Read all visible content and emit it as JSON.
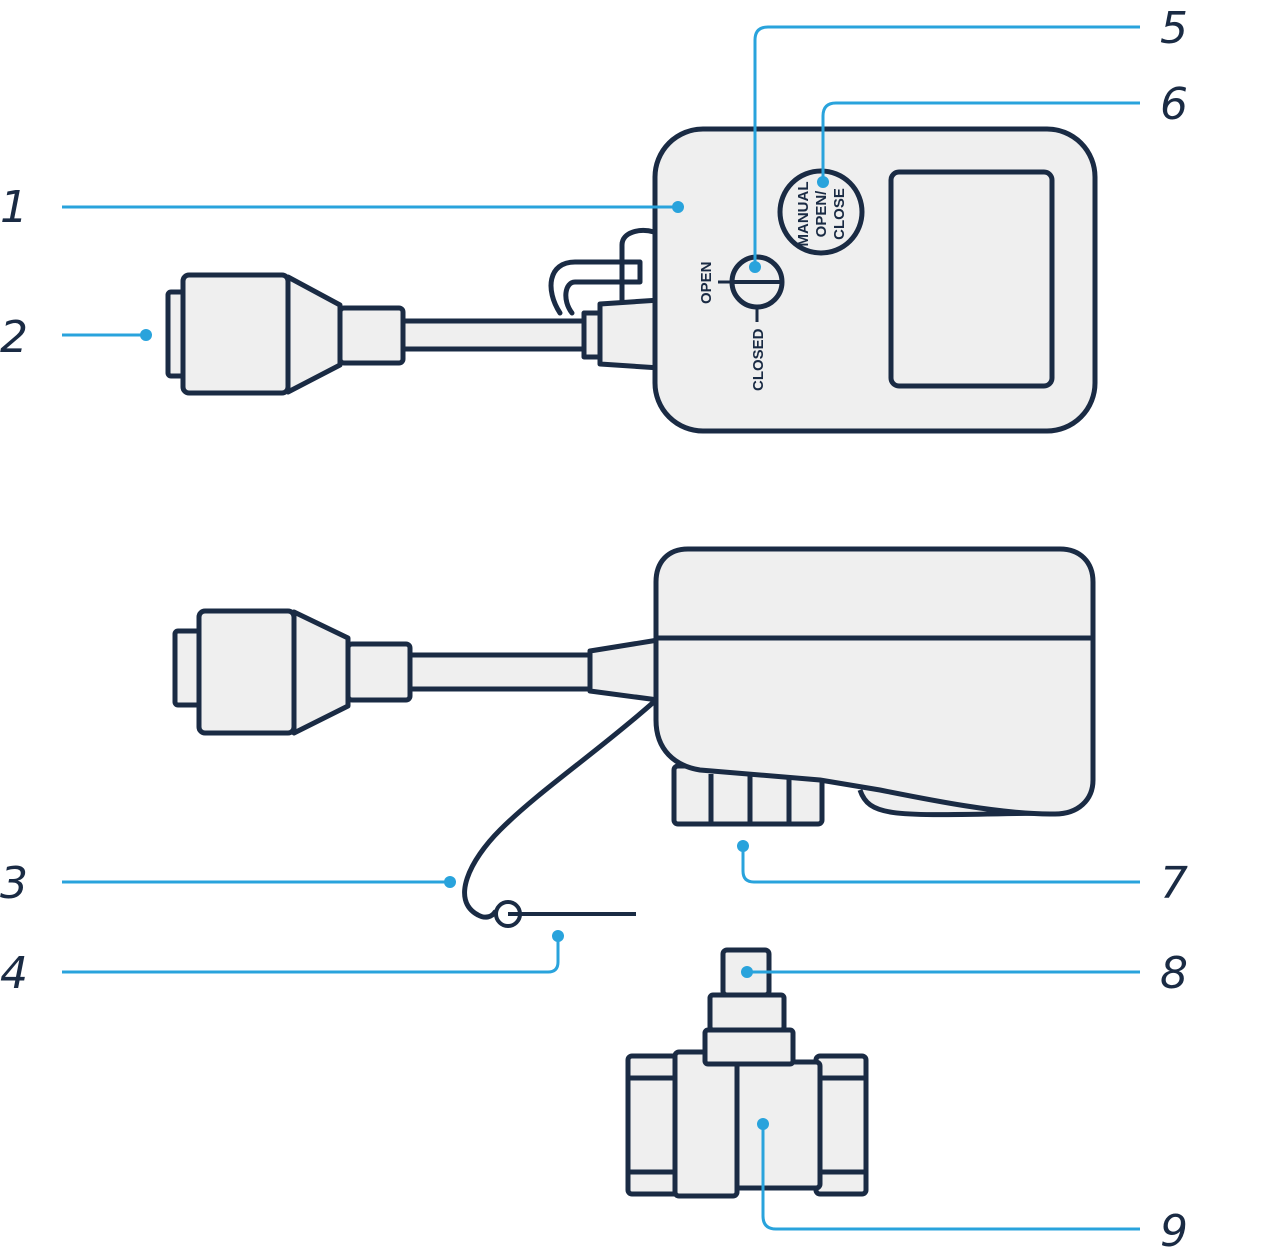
{
  "callouts": [
    {
      "id": "1",
      "label": "1"
    },
    {
      "id": "2",
      "label": "2"
    },
    {
      "id": "3",
      "label": "3"
    },
    {
      "id": "4",
      "label": "4"
    },
    {
      "id": "5",
      "label": "5"
    },
    {
      "id": "6",
      "label": "6"
    },
    {
      "id": "7",
      "label": "7"
    },
    {
      "id": "8",
      "label": "8"
    },
    {
      "id": "9",
      "label": "9"
    }
  ],
  "device_text": {
    "open": "OPEN",
    "closed": "CLOSED",
    "manual_line1": "MANUAL",
    "manual_line2": "OPEN/",
    "manual_line3": "CLOSE"
  },
  "colors": {
    "outline": "#1a2b44",
    "fill": "#efefef",
    "leader": "#29a3dc"
  }
}
